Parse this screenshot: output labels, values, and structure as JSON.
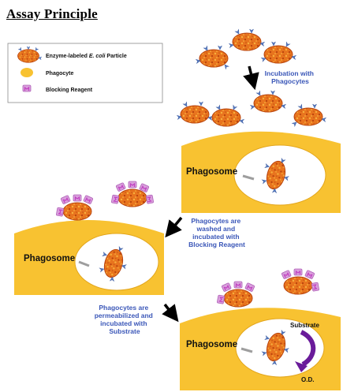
{
  "title": "Assay Principle",
  "legend": {
    "particle_label": "Enzyme-labeled E. coli Particle",
    "phagocyte_label": "Phagocyte",
    "blocking_label": "Blocking Reagent"
  },
  "steps": [
    {
      "lines": [
        "Incubation with",
        "Phagocytes"
      ]
    },
    {
      "lines": [
        "Phagocytes are",
        "washed and",
        "incubated with",
        "Blocking Reagent"
      ]
    },
    {
      "lines": [
        "Phagocytes are",
        "permeabilized and",
        "incubated with",
        "Substrate"
      ]
    }
  ],
  "phagosome_label": "Phagosome",
  "substrate_label": "Substrate",
  "od_label": "O.D.",
  "colors": {
    "phagocyte": "#f8c231",
    "particle": "#e8741e",
    "particle_dark": "#b8420c",
    "particle_spot": "#f6b03c",
    "spike": "#5a7fc4",
    "blocking": "#d9a0dc",
    "blocking_inner": "#c040c0",
    "step_text": "#3b57b8",
    "arrow_purple": "#6a1b9a"
  }
}
